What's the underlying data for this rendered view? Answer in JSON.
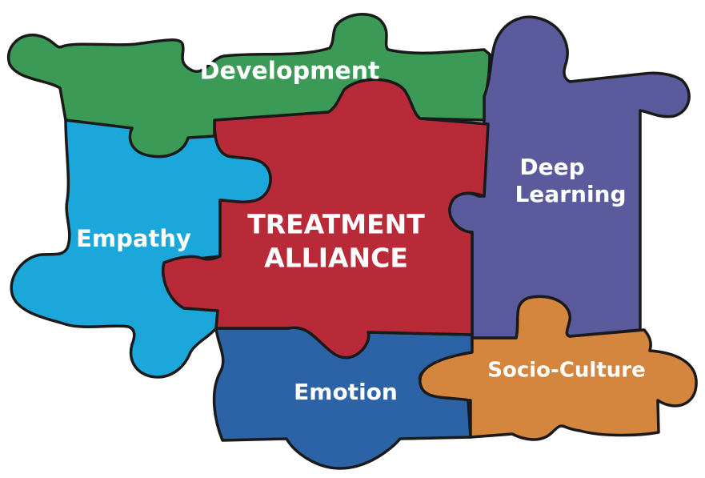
{
  "pieces": {
    "development": {
      "label": "Development",
      "color": "#3b9a55"
    },
    "empathy": {
      "label": "Empathy",
      "color": "#1ba7da"
    },
    "treatment": {
      "label_line1": "TREATMENT",
      "label_line2": "ALLIANCE",
      "color": "#b82a38"
    },
    "deep_learning": {
      "label_line1": "Deep",
      "label_line2": "Learning",
      "color": "#5a5a9c"
    },
    "emotion": {
      "label": "Emotion",
      "color": "#2c63a6"
    },
    "socio_culture": {
      "label": "Socio-Culture",
      "color": "#d4853e"
    }
  }
}
